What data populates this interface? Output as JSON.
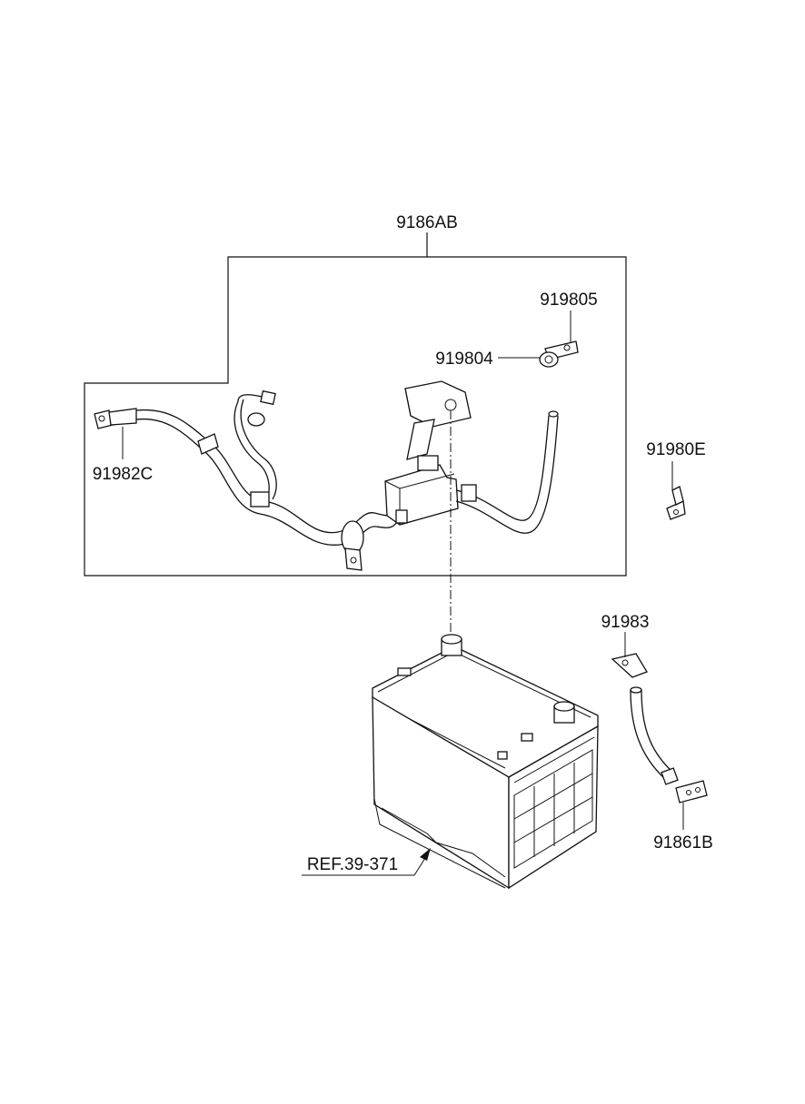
{
  "labels": {
    "assembly": "9186AB",
    "p919805": "919805",
    "p919804": "919804",
    "p91982C": "91982C",
    "p91980E": "91980E",
    "p91983": "91983",
    "p91861B": "91861B",
    "ref": "REF.39-371"
  }
}
